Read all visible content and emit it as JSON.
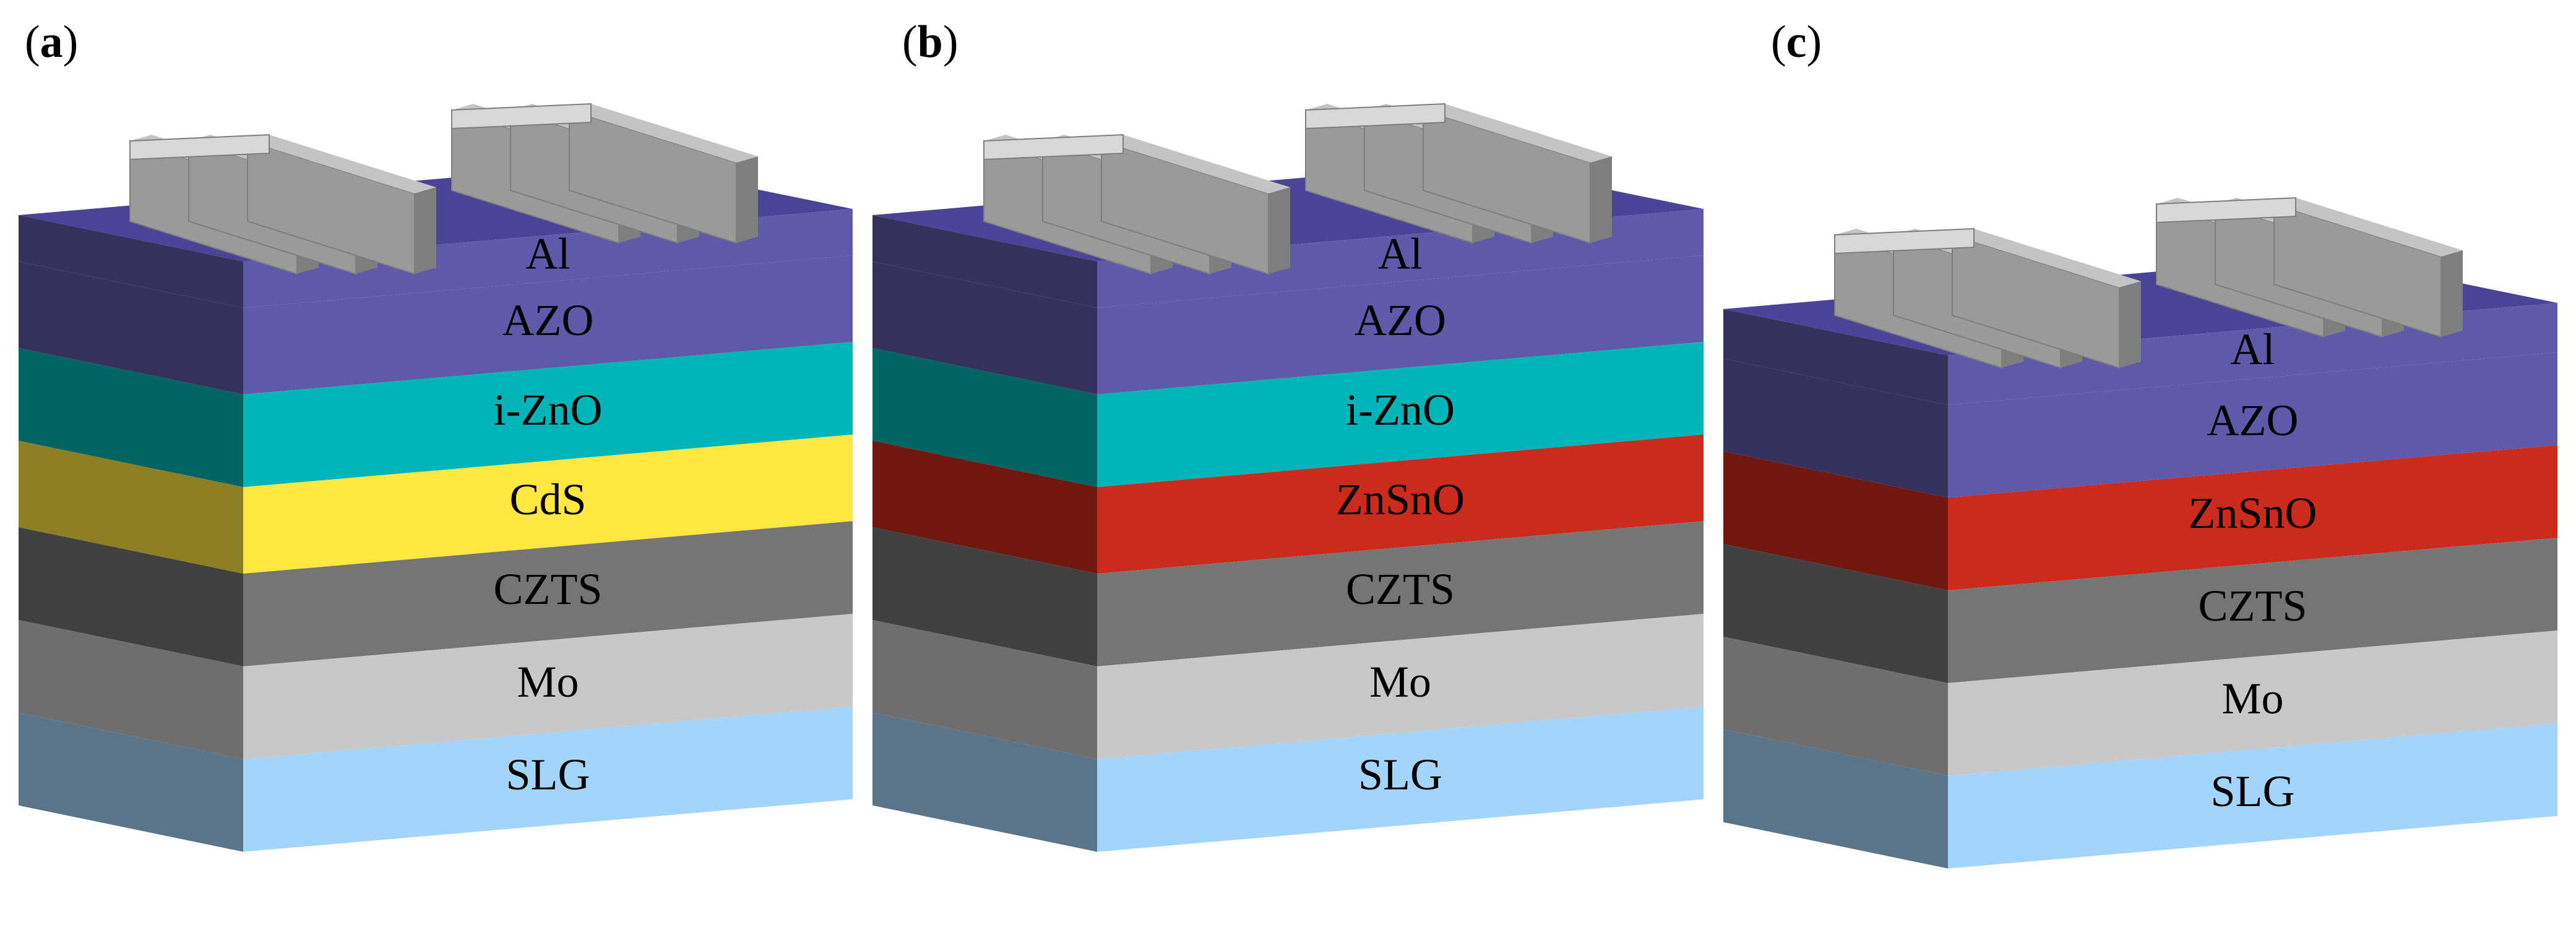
{
  "panels": [
    {
      "tag": "a",
      "layers": [
        {
          "label": "Al",
          "color": "#5F59A9"
        },
        {
          "label": "AZO",
          "color": "#5F59A9"
        },
        {
          "label": "i-ZnO",
          "color": "#00B5B8"
        },
        {
          "label": "CdS",
          "color": "#FFE640"
        },
        {
          "label": "CZTS",
          "color": "#757575"
        },
        {
          "label": "Mo",
          "color": "#C8C8C8"
        },
        {
          "label": "SLG",
          "color": "#A3D4F9"
        }
      ]
    },
    {
      "tag": "b",
      "layers": [
        {
          "label": "Al",
          "color": "#5F59A9"
        },
        {
          "label": "AZO",
          "color": "#5F59A9"
        },
        {
          "label": "i-ZnO",
          "color": "#00B5B8"
        },
        {
          "label": "ZnSnO",
          "color": "#CB2A1C"
        },
        {
          "label": "CZTS",
          "color": "#757575"
        },
        {
          "label": "Mo",
          "color": "#C8C8C8"
        },
        {
          "label": "SLG",
          "color": "#A3D4F9"
        }
      ]
    },
    {
      "tag": "c",
      "layers": [
        {
          "label": "Al",
          "color": "#5F59A9"
        },
        {
          "label": "AZO",
          "color": "#5F59A9"
        },
        {
          "label": "ZnSnO",
          "color": "#CB2A1C"
        },
        {
          "label": "CZTS",
          "color": "#757575"
        },
        {
          "label": "Mo",
          "color": "#C8C8C8"
        },
        {
          "label": "SLG",
          "color": "#A3D4F9"
        }
      ]
    }
  ],
  "colors": {
    "top_face": "#4A4398",
    "contact_front": "#9A9A9A",
    "contact_top": "#C4C4C4",
    "contact_side": "#7E7E7E",
    "contact_edge": "#D8D8D8"
  }
}
